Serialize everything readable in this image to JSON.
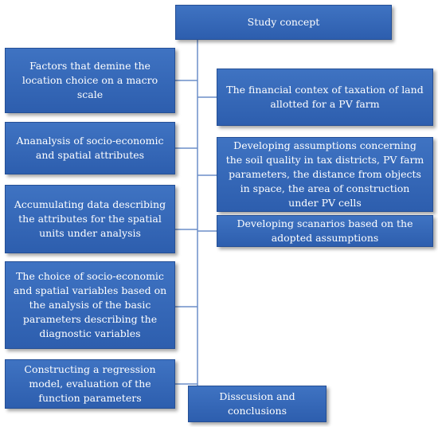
{
  "top": {
    "label": "Study concept"
  },
  "left": [
    {
      "label": "Factors that demine the location choice on a macro scale"
    },
    {
      "label": "Ananalysis of socio-economic and spatial attributes"
    },
    {
      "label": "Accumulating data describing the attributes for the spatial units under analysis"
    },
    {
      "label": "The choice of socio-economic and spatial variables based on the analysis of the basic parameters describing the diagnostic variables"
    },
    {
      "label": "Constructing a regression model, evaluation of the function parameters"
    }
  ],
  "right": [
    {
      "label": "The financial contex of taxation of land allotted for a PV farm"
    },
    {
      "label": "Developing assumptions concerning the soil quality in tax districts, PV farm parameters, the distance from objects in space, the area of construction under PV cells"
    },
    {
      "label": "Developing scanarios based on the adopted assumptions"
    }
  ],
  "bottom": {
    "label": "Disscusion and conclusions"
  },
  "colors": {
    "box": "#3566b8",
    "line": "#6b8ec8"
  }
}
